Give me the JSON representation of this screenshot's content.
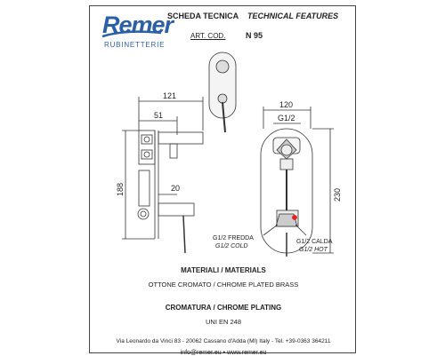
{
  "brand": {
    "name": "Remer",
    "subtitle": "RUBINETTERIE",
    "logo_color": "#2b5fa8"
  },
  "header": {
    "title_it": "SCHEDA TECNICA",
    "title_en": "TECHNICAL FEATURES",
    "art_label": "ART. COD.",
    "art_code": "N 95"
  },
  "drawing": {
    "dims_left": [
      "121",
      "51",
      "188",
      "20"
    ],
    "dims_right": [
      "120",
      "G1/2",
      "230"
    ],
    "labels": {
      "cold_it": "G1/2 FREDDA",
      "cold_en": "G1/2 COLD",
      "hot_it": "G1/2 CALDA",
      "hot_en": "G1/2 HOT"
    }
  },
  "materials": {
    "heading": "MATERIALI / MATERIALS",
    "value": "OTTONE CROMATO / CHROME PLATED BRASS"
  },
  "chrome": {
    "heading": "CROMATURA / CHROME PLATING",
    "value": "UNI EN 248"
  },
  "footer": {
    "address": "Via Leonardo da Vinci 83 - 20062 Cassano d'Adda (MI) Italy - Tel. +39-0363 364211",
    "email": "info@remer.eu",
    "website": "www.remer.eu"
  }
}
